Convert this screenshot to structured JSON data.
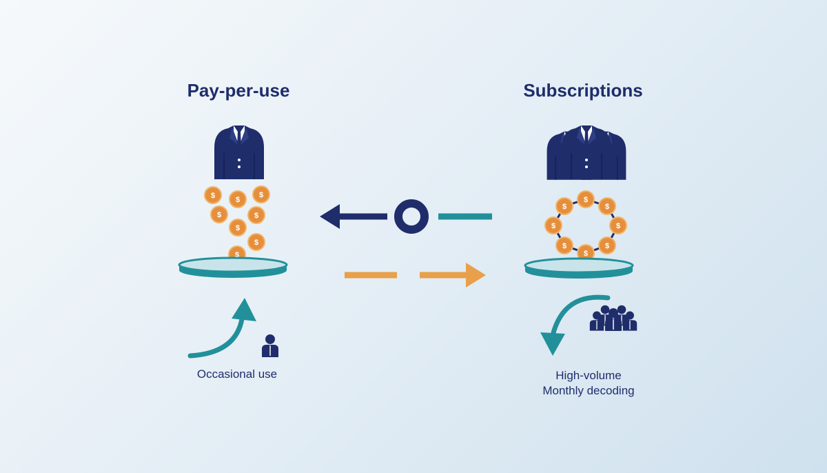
{
  "left": {
    "title": "Pay-per-use",
    "caption": "Occasional use",
    "icons": [
      "suit-icon",
      "coin-icon",
      "platform-icon",
      "curved-up-arrow-icon",
      "person-icon"
    ]
  },
  "right": {
    "title": "Subscriptions",
    "caption_line1": "High-volume",
    "caption_line2": "Monthly decoding",
    "icons": [
      "suits-group-icon",
      "coin-ring-icon",
      "platform-icon",
      "curved-down-arrow-icon",
      "people-group-icon"
    ]
  },
  "center": {
    "icons": [
      "left-arrow-icon",
      "ring-node-icon",
      "teal-dash-icon",
      "orange-dash-icon",
      "right-arrow-icon"
    ]
  },
  "coin_symbol": "$",
  "colors": {
    "navy": "#1f2d6b",
    "teal": "#22909a",
    "orange": "#e8a04a",
    "coin": "#e58f3c",
    "coin_edge": "#f3b56b"
  }
}
